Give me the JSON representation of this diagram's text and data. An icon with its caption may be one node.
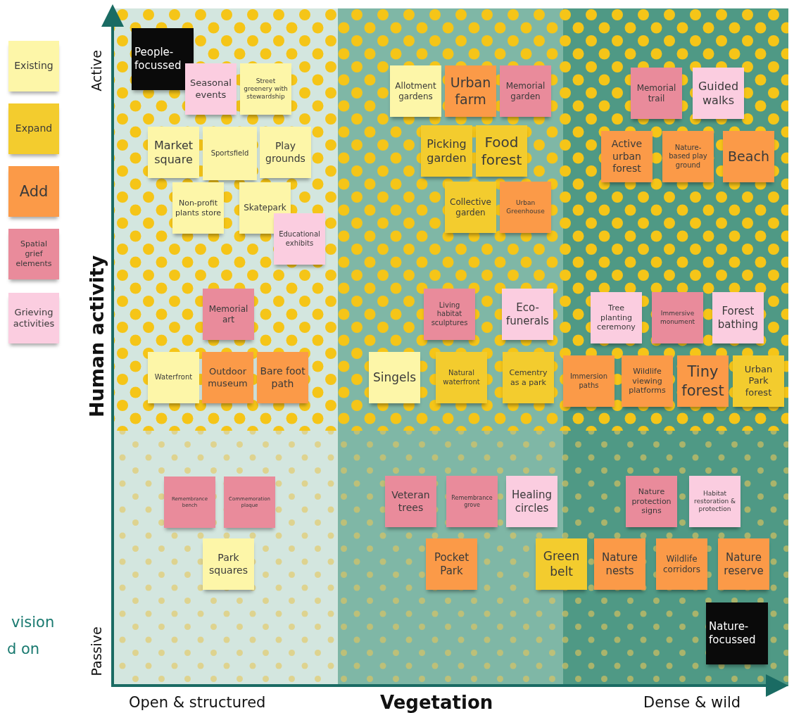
{
  "diagram": {
    "nodes": [
      {
        "text": [
          "People-focussed"
        ]
      },
      {
        "text": [
          "Seasonal events"
        ]
      },
      {
        "text": [
          "Street greenery with stewardship"
        ]
      },
      {
        "text": [
          "Market square"
        ]
      },
      {
        "text": [
          "Sportsfield"
        ]
      },
      {
        "text": [
          "Play grounds"
        ]
      },
      {
        "text": [
          "Non-profit plants store"
        ]
      },
      {
        "text": [
          "Skatepark"
        ]
      },
      {
        "text": [
          "Educational exhibits"
        ]
      },
      {
        "text": [
          "Allotment gardens"
        ]
      },
      {
        "text": [
          "Urban farm"
        ]
      },
      {
        "text": [
          "Memorial garden"
        ]
      },
      {
        "text": [
          "Picking garden"
        ]
      },
      {
        "text": [
          "Food forest"
        ]
      },
      {
        "text": [
          "Collective garden"
        ]
      },
      {
        "text": [
          "Urban Greenhouse"
        ]
      },
      {
        "text": [
          "Memorial trail"
        ]
      },
      {
        "text": [
          "Guided walks"
        ]
      },
      {
        "text": [
          "Active urban forest"
        ]
      },
      {
        "text": [
          "Nature-based play ground"
        ]
      },
      {
        "text": [
          "Beach"
        ]
      },
      {
        "text": [
          "Memorial art"
        ]
      },
      {
        "text": [
          "Waterfront"
        ]
      },
      {
        "text": [
          "Outdoor museum"
        ]
      },
      {
        "text": [
          "Bare foot path"
        ]
      },
      {
        "text": [
          "Living habitat sculptures"
        ]
      },
      {
        "text": [
          "Eco-funerals"
        ]
      },
      {
        "text": [
          "Tree planting ceremony"
        ]
      },
      {
        "text": [
          "Immersive monument"
        ]
      },
      {
        "text": [
          "Forest bathing"
        ]
      },
      {
        "text": [
          "Singels"
        ]
      },
      {
        "text": [
          "Natural waterfront"
        ]
      },
      {
        "text": [
          "Cementry as a park"
        ]
      },
      {
        "text": [
          "Immersion paths"
        ]
      },
      {
        "text": [
          "Wildlife viewing platforms"
        ]
      },
      {
        "text": [
          "Tiny forest"
        ]
      },
      {
        "text": [
          "Urban Park forest"
        ]
      },
      {
        "text": [
          "Remembrance bench"
        ]
      },
      {
        "text": [
          "Commemoration plaque"
        ]
      },
      {
        "text": [
          "Veteran trees"
        ]
      },
      {
        "text": [
          "Remembrance grove"
        ]
      },
      {
        "text": [
          "Healing circles"
        ]
      },
      {
        "text": [
          "Nature protection signs"
        ]
      },
      {
        "text": [
          "Habitat restoration & protection"
        ]
      },
      {
        "text": [
          "Park squares"
        ]
      },
      {
        "text": [
          "Pocket Park"
        ]
      },
      {
        "text": [
          "Green belt"
        ]
      },
      {
        "text": [
          "Nature nests"
        ]
      },
      {
        "text": [
          "Wildlife corridors"
        ]
      },
      {
        "text": [
          "Nature reserve"
        ]
      },
      {
        "text": [
          "Nature-focussed"
        ]
      }
    ],
    "edges": [],
    "labels": [
      "Active",
      "Human activity",
      "Passive",
      "vision",
      "d on",
      "Open & structured",
      "Vegetation",
      "Dense & wild"
    ],
    "legend": [
      {
        "text": "Existing",
        "color": "#fdf6a8"
      },
      {
        "text": "Expand",
        "color": "#f3cc2e"
      },
      {
        "text": "Add",
        "color": "#fb9a48"
      },
      {
        "text": "Spatial grief elements",
        "color": "#e98b9b"
      },
      {
        "text": "Grieving activities",
        "color": "#fbcde0"
      }
    ]
  }
}
